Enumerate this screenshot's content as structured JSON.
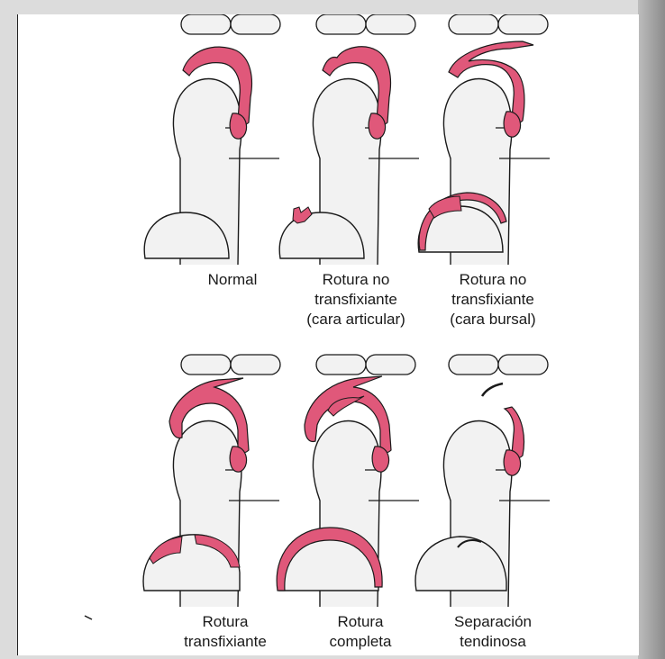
{
  "colors": {
    "tendon": "#e0587a",
    "bone": "#f2f2f2",
    "outline": "#1a1a1a"
  },
  "top_row": {
    "normal": {
      "label": "Normal"
    },
    "partial_articular": {
      "label_lines": [
        "Rotura no",
        "transfixiante",
        "(cara articular)"
      ]
    },
    "partial_bursal": {
      "label_lines": [
        "Rotura no",
        "transfixiante",
        "(cara bursal)"
      ]
    }
  },
  "bottom_row": {
    "full_thickness": {
      "label_lines": [
        "Rotura",
        "transfixiante"
      ]
    },
    "complete": {
      "label_lines": [
        "Rotura",
        "completa"
      ]
    },
    "separation": {
      "label_lines": [
        "Separación",
        "tendinosa"
      ]
    }
  }
}
